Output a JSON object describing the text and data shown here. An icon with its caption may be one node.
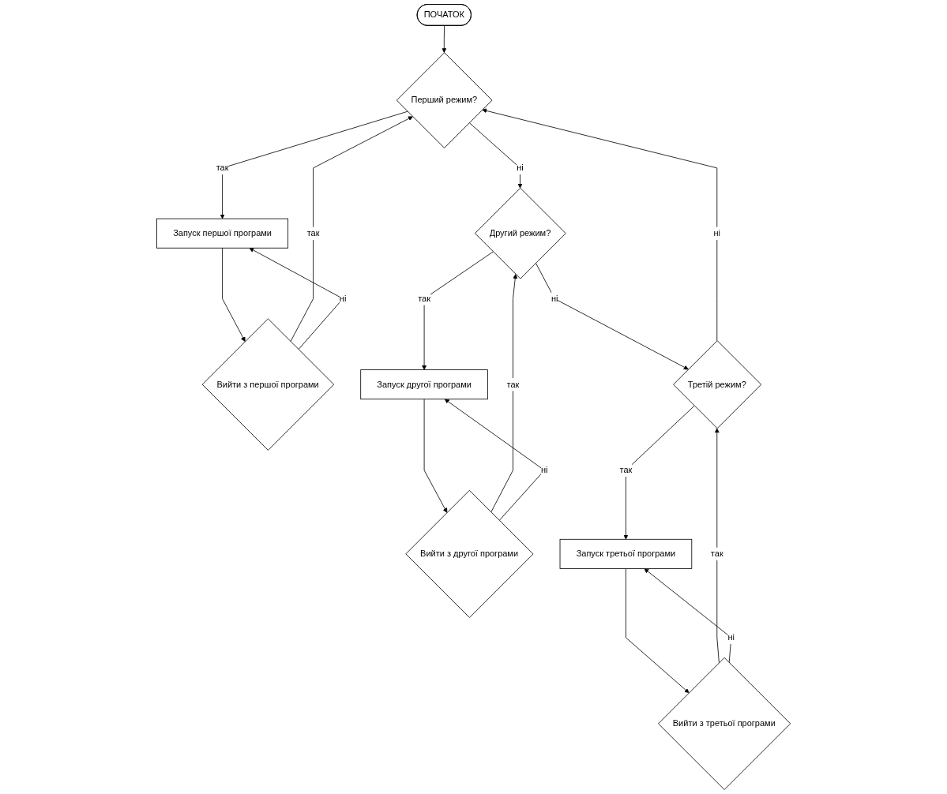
{
  "diagram": {
    "nodes": [
      {
        "text": [
          "ПОЧАТОК"
        ]
      },
      {
        "text": [
          "Перший режим?"
        ]
      },
      {
        "text": [
          "Запуск першої програми"
        ]
      },
      {
        "text": [
          "Вийти з першої програми"
        ]
      },
      {
        "text": [
          "Другий режим?"
        ]
      },
      {
        "text": [
          "Запуск другої програми"
        ]
      },
      {
        "text": [
          "Вийти з другої програми"
        ]
      },
      {
        "text": [
          "Третій режим?"
        ]
      },
      {
        "text": [
          "Запуск третьої програми"
        ]
      },
      {
        "text": [
          "Вийти з третьої програми"
        ]
      }
    ],
    "edges": [
      {
        "from": 0,
        "to": 1,
        "arrow": "to"
      },
      {
        "from": 1,
        "to": 2,
        "label": "так",
        "arrow": "to"
      },
      {
        "from": 2,
        "to": 3,
        "arrow": "to"
      },
      {
        "from": 3,
        "to": 1,
        "label": "так",
        "arrow": "to"
      },
      {
        "from": 3,
        "to": 2,
        "label": "ні",
        "arrow": "to"
      },
      {
        "from": 1,
        "to": 4,
        "label": "ні",
        "arrow": "to"
      },
      {
        "from": 4,
        "to": 5,
        "label": "так",
        "arrow": "to"
      },
      {
        "from": 5,
        "to": 6,
        "arrow": "to"
      },
      {
        "from": 6,
        "to": 4,
        "label": "так",
        "arrow": "to"
      },
      {
        "from": 6,
        "to": 5,
        "label": "ні",
        "arrow": "to"
      },
      {
        "from": 4,
        "to": 7,
        "label": "ні",
        "arrow": "to"
      },
      {
        "from": 7,
        "to": 8,
        "label": "так",
        "arrow": "to"
      },
      {
        "from": 8,
        "to": 9,
        "arrow": "to"
      },
      {
        "from": 9,
        "to": 7,
        "label": "так",
        "arrow": "to"
      },
      {
        "from": 9,
        "to": 8,
        "label": "ні",
        "arrow": "to"
      },
      {
        "from": 7,
        "to": 1,
        "label": "ні",
        "arrow": "to"
      }
    ]
  }
}
